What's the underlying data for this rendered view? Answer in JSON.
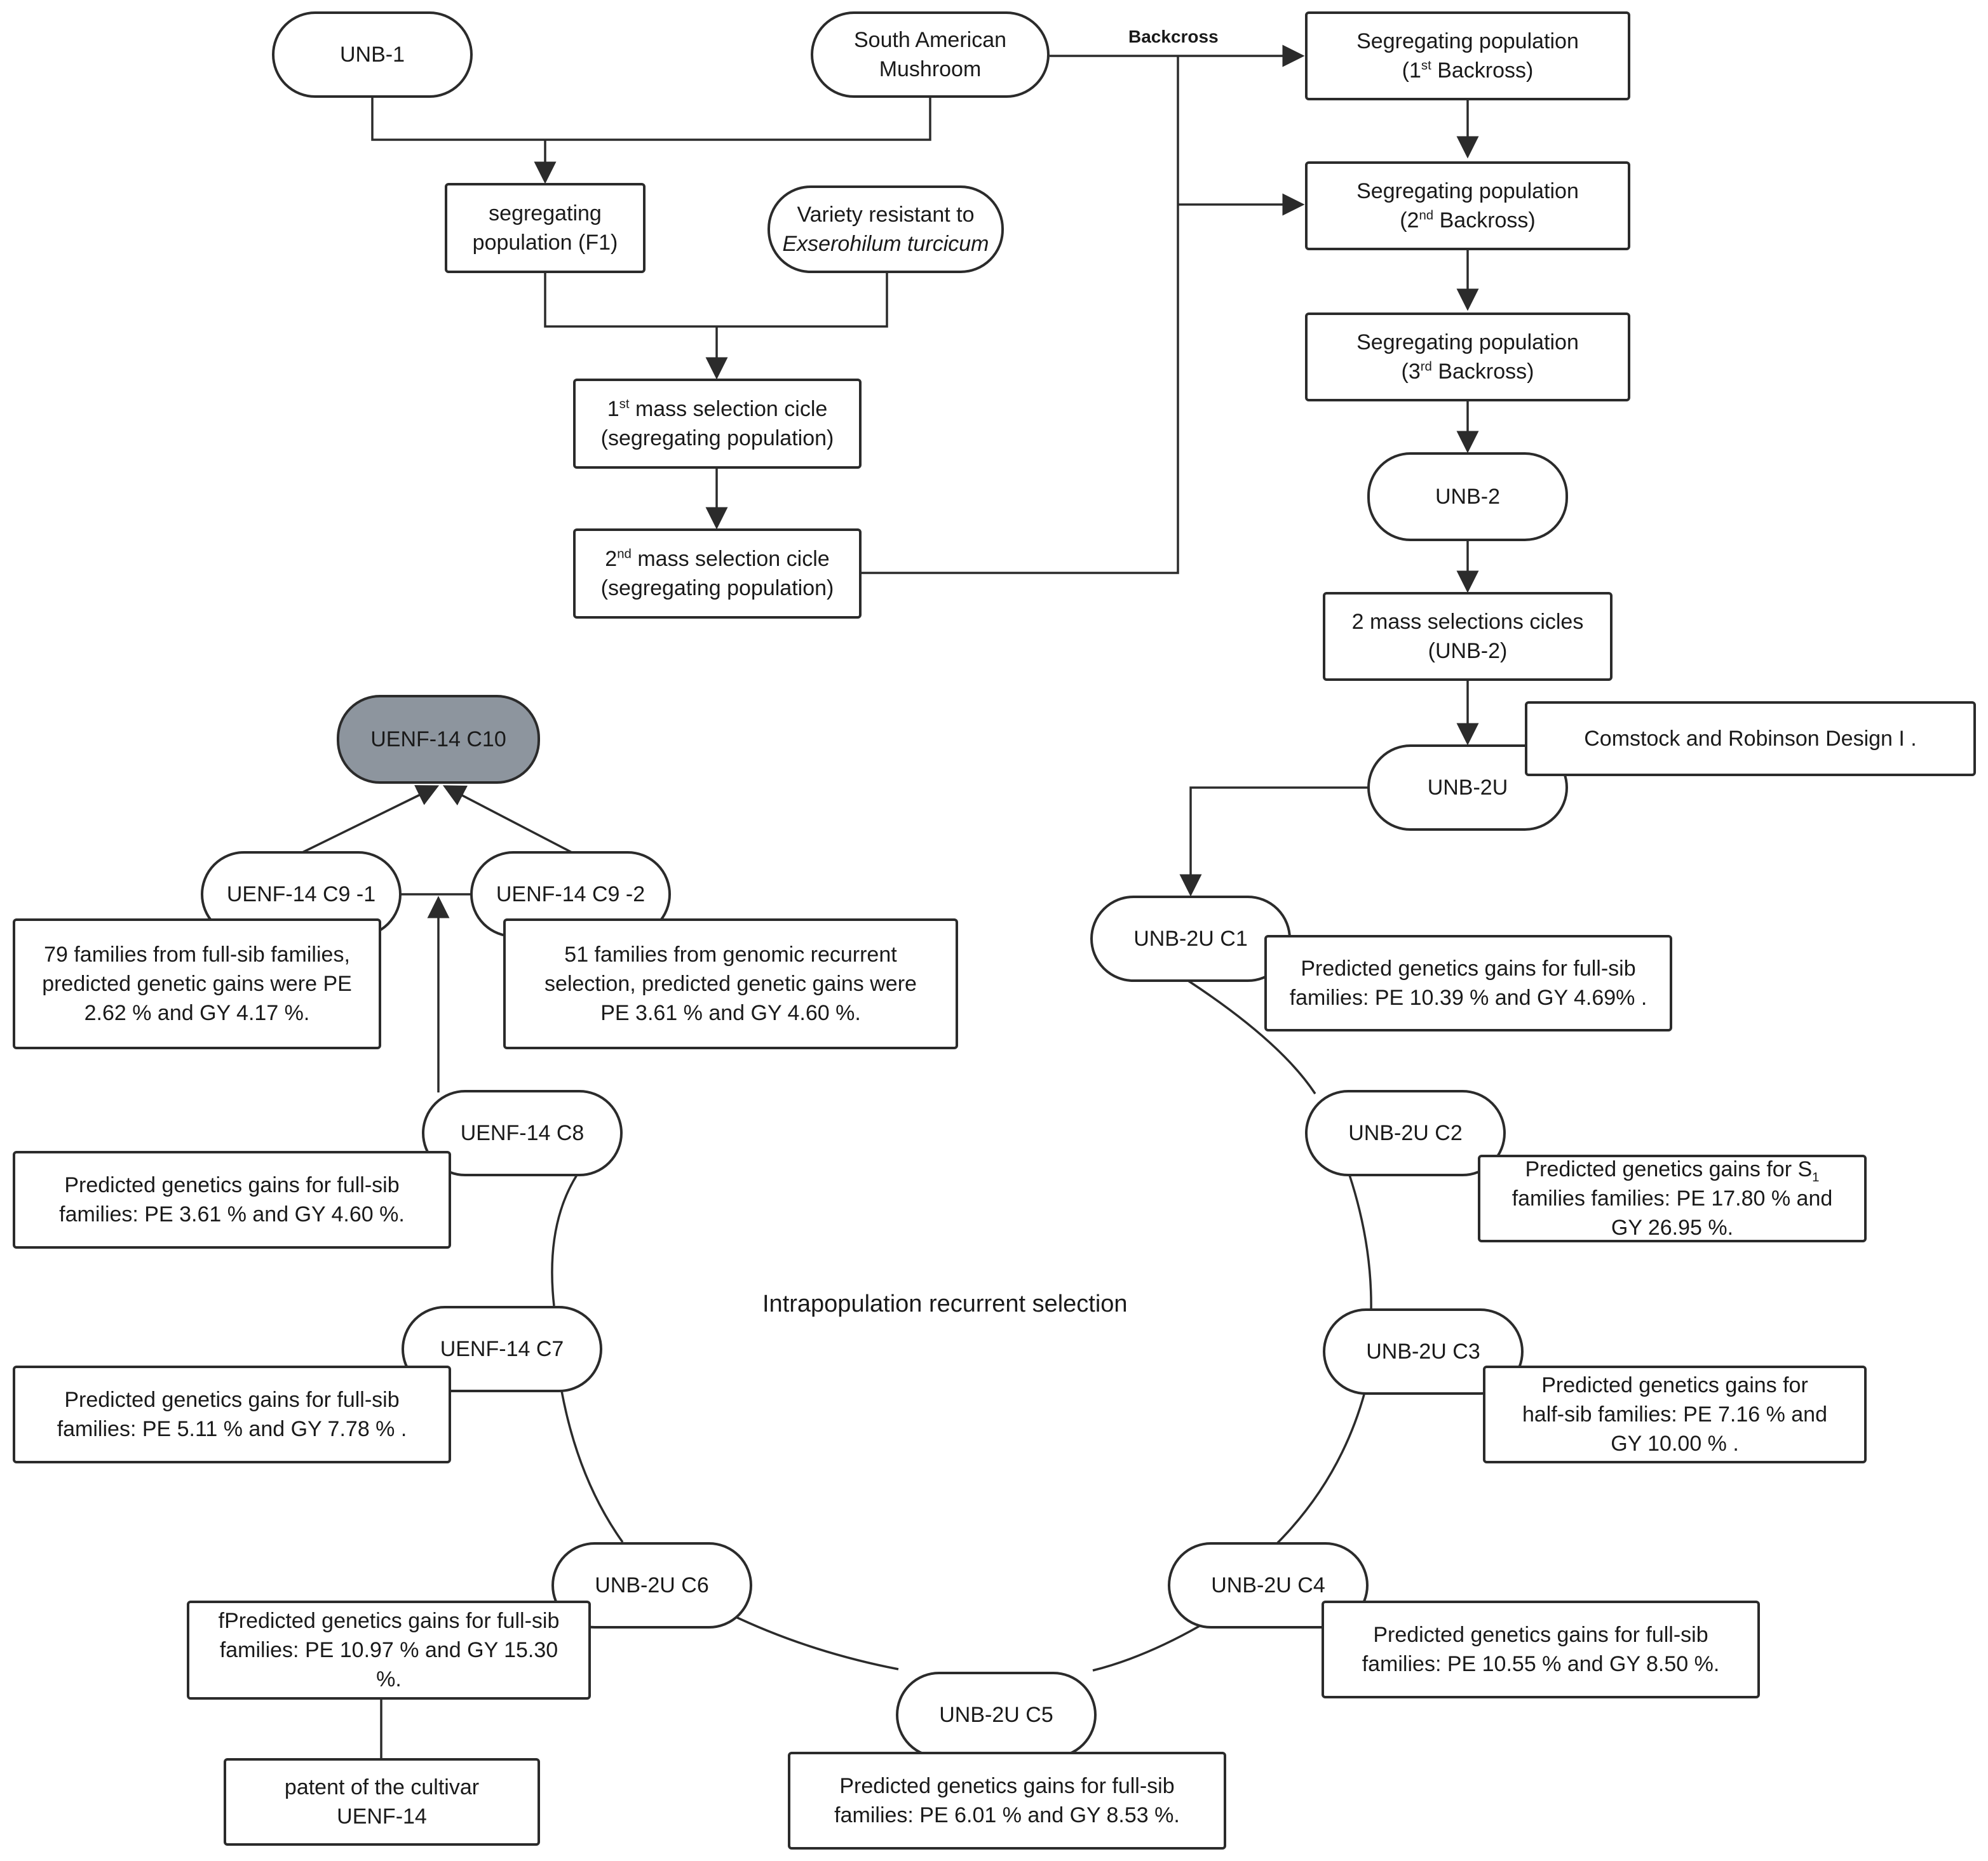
{
  "colors": {
    "stroke": "#2b2b2b",
    "final_node_fill": "#8d959e",
    "background": "#ffffff"
  },
  "edge_labels": {
    "backcross": "Backcross"
  },
  "center_label": "Intrapopulation recurrent selection",
  "nodes": {
    "unb1": "UNB-1",
    "sam": {
      "line1": "South American",
      "line2": "Mushroom"
    },
    "f1": {
      "line1": "segregating",
      "line2": "population (F1)"
    },
    "resistant": {
      "line1": "Variety resistant to",
      "line2": "Exserohilum turcicum"
    },
    "mass1": {
      "num": "1",
      "sup": "st",
      "line1_rest": " mass selection cicle",
      "line2": "(segregating population)"
    },
    "mass2": {
      "num": "2",
      "sup": "nd",
      "line1_rest": " mass selection cicle",
      "line2": "(segregating population)"
    },
    "bc1": {
      "line1": "Segregating population",
      "open": "(1",
      "sup": "st",
      "rest": " Backross)"
    },
    "bc2": {
      "line1": "Segregating population",
      "open": "(2",
      "sup": "nd",
      "rest": " Backross)"
    },
    "bc3": {
      "line1": "Segregating population",
      "open": "(3",
      "sup": "rd",
      "rest": " Backross)"
    },
    "unb2": "UNB-2",
    "twomass": {
      "line1": "2 mass selections cicles",
      "line2": "(UNB-2)"
    },
    "comstock": "Comstock and Robinson Design I .",
    "unb2u": "UNB-2U",
    "c1": "UNB-2U C1",
    "c2": "UNB-2U C2",
    "c3": "UNB-2U C3",
    "c4": "UNB-2U C4",
    "c5": "UNB-2U C5",
    "c6": "UNB-2U C6",
    "c7": "UENF-14 C7",
    "c8": "UENF-14 C8",
    "c9a": "UENF-14 C9 -1",
    "c9b": "UENF-14 C9 -2",
    "c10": "UENF-14 C10"
  },
  "gains": {
    "c1": {
      "line1": "Predicted genetics gains for full-sib",
      "line2": "families: PE 10.39 % and GY 4.69% ."
    },
    "c2": {
      "line1_pre": "Predicted genetics gains for S",
      "line1_sub": "1",
      "line2": "families families: PE 17.80 % and",
      "line3": "GY 26.95 %."
    },
    "c3": {
      "line1": "Predicted genetics gains for",
      "line2": "half-sib families: PE 7.16 % and",
      "line3": "GY 10.00 % ."
    },
    "c4": {
      "line1": "Predicted genetics gains for full-sib",
      "line2": "families: PE 10.55 % and GY 8.50 %."
    },
    "c5": {
      "line1": "Predicted genetics gains for full-sib",
      "line2": "families: PE 6.01 % and GY 8.53 %."
    },
    "c6": {
      "line1": "fPredicted genetics gains for full-sib",
      "line2": "families: PE 10.97 % and GY 15.30",
      "line3": "%."
    },
    "c7": {
      "line1": "Predicted genetics gains for full-sib",
      "line2": "families: PE 5.11 % and GY 7.78 % ."
    },
    "c8": {
      "line1": "Predicted genetics gains for full-sib",
      "line2": "families: PE 3.61 % and GY 4.60 %."
    },
    "c9a": {
      "line1": "79 families from full-sib families,",
      "line2": "predicted genetic gains were PE",
      "line3": "2.62 % and GY 4.17 %."
    },
    "c9b": {
      "line1": "51 families from genomic recurrent",
      "line2": "selection, predicted genetic gains were",
      "line3": "PE 3.61 % and GY 4.60 %."
    }
  },
  "patent": {
    "line1": "patent of the cultivar",
    "line2": "UENF-14"
  }
}
